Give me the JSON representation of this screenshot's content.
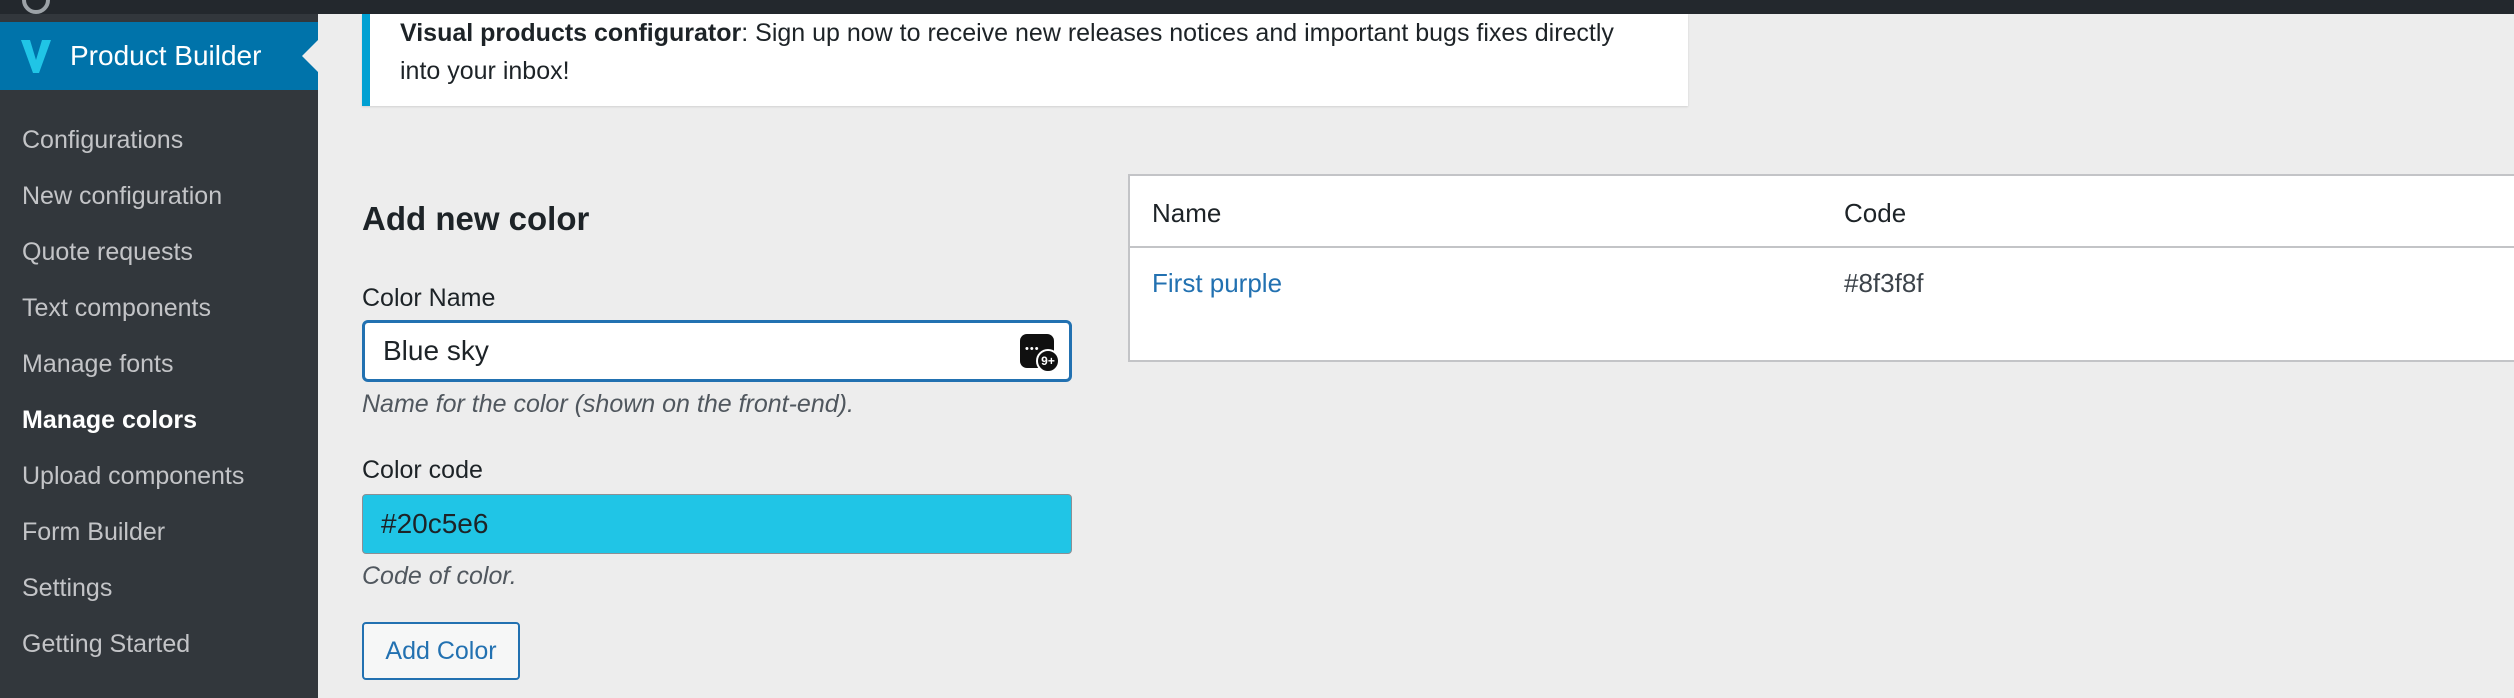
{
  "sidebar": {
    "plugin_title": "Product Builder",
    "items": [
      {
        "label": "Configurations"
      },
      {
        "label": "New configuration"
      },
      {
        "label": "Quote requests"
      },
      {
        "label": "Text components"
      },
      {
        "label": "Manage fonts"
      },
      {
        "label": "Manage colors",
        "current": true
      },
      {
        "label": "Upload components"
      },
      {
        "label": "Form Builder"
      },
      {
        "label": "Settings"
      },
      {
        "label": "Getting Started"
      }
    ]
  },
  "notice": {
    "strong": "Visual products configurator",
    "text_line1": ": Sign up now to receive new releases notices and important bugs fixes directly",
    "text_line2": "into your inbox!"
  },
  "form": {
    "title": "Add new color",
    "name_label": "Color Name",
    "name_value": "Blue sky",
    "name_help": "Name for the color (shown on the front-end).",
    "code_label": "Color code",
    "code_value": "#20c5e6",
    "code_help": "Code of color.",
    "submit_label": "Add Color"
  },
  "input_widget": {
    "icon": "password-manager-icon",
    "dots": "•••",
    "badge": "9+"
  },
  "table": {
    "columns": [
      "Name",
      "Code"
    ],
    "rows": [
      {
        "name": "First purple",
        "code": "#8f3f8f"
      }
    ]
  },
  "colors": {
    "admin_bar": "#23282d",
    "sidebar": "#32373c",
    "menu_active": "#0073aa",
    "notice_accent": "#00a0d2",
    "link": "#2271b1",
    "color_code_swatch": "#20c5e6",
    "logo": "#20c5e6"
  }
}
